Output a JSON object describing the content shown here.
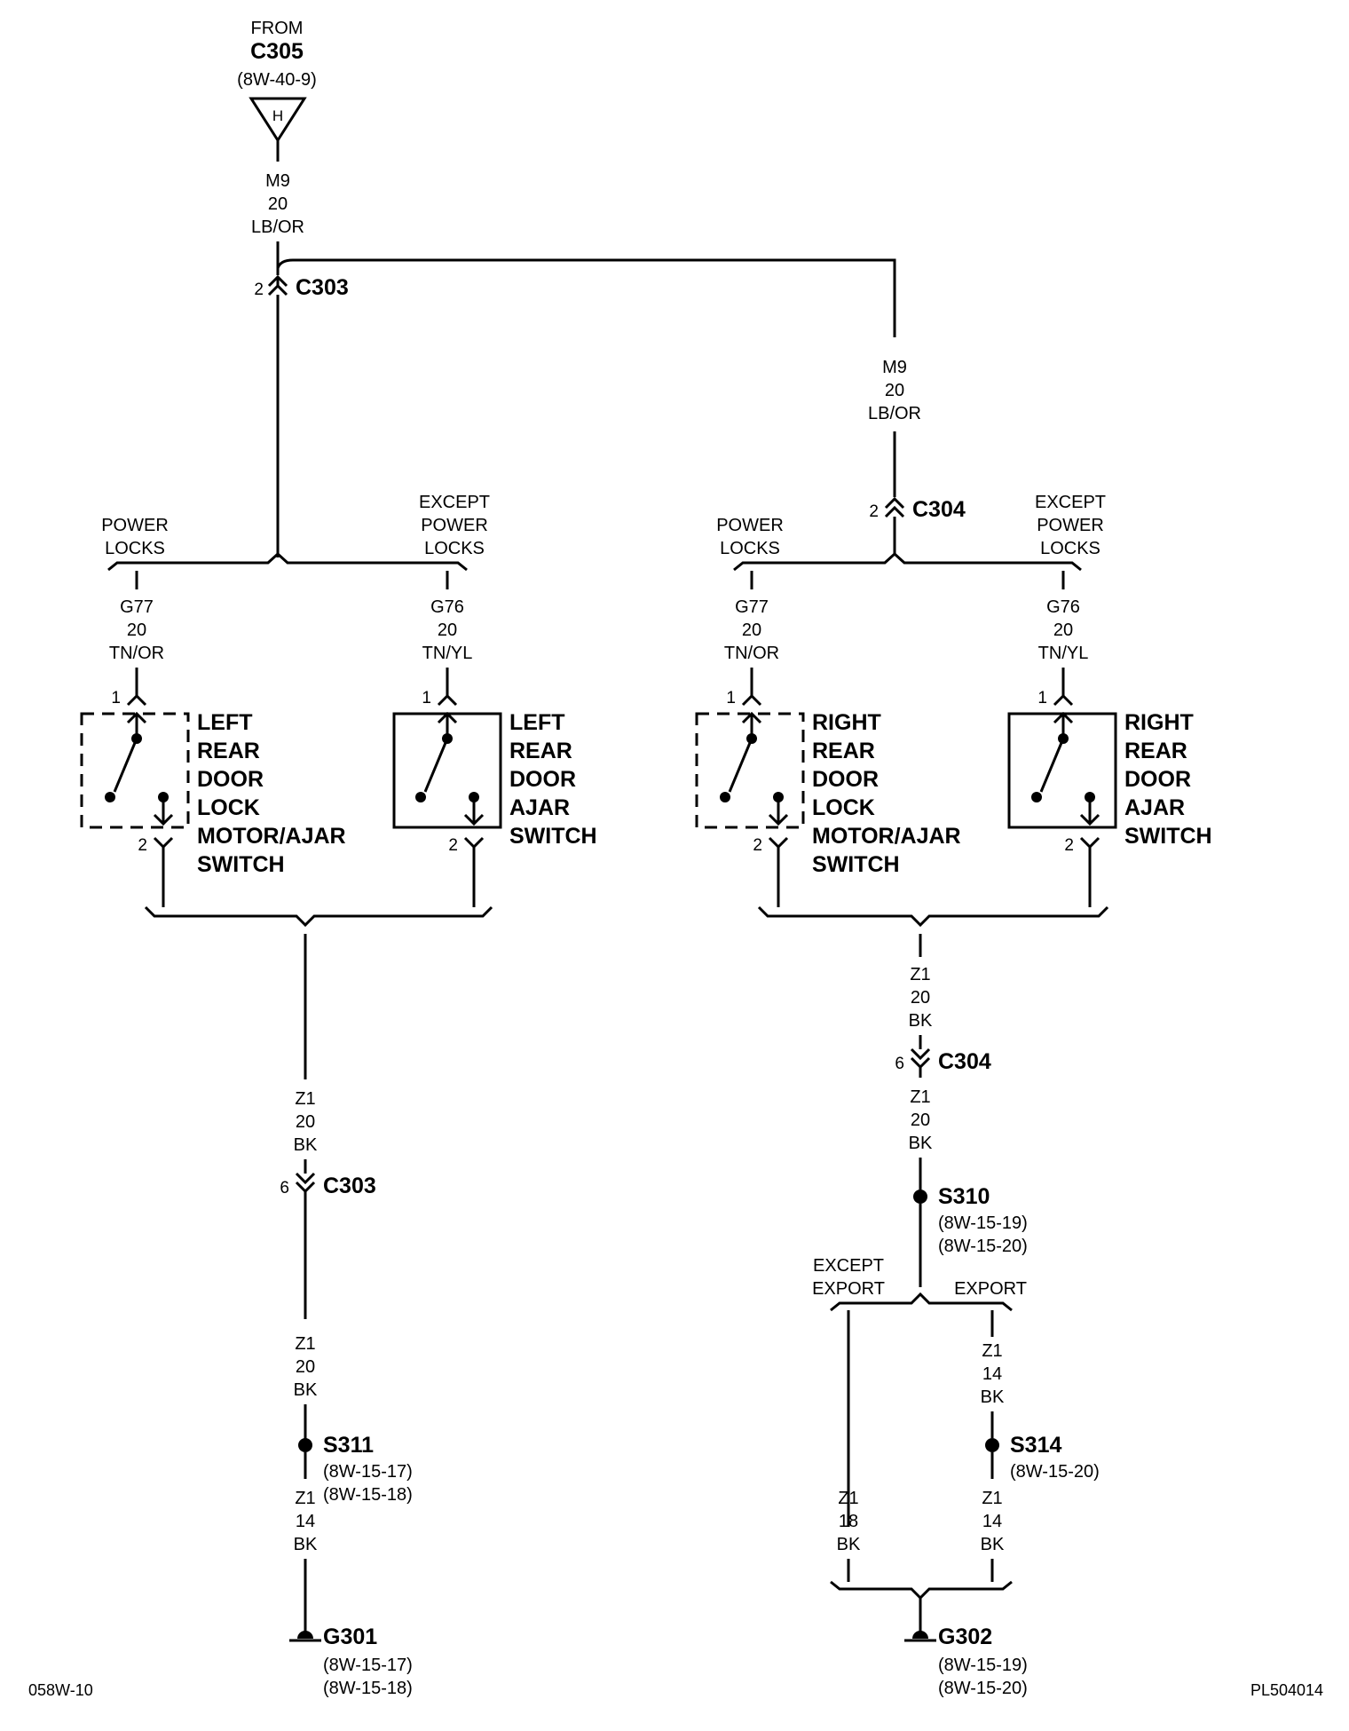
{
  "source": {
    "from_label": "FROM",
    "connector": "C305",
    "ref": "(8W-40-9)",
    "pin": "H"
  },
  "wires": {
    "m9_top": [
      "M9",
      "20",
      "LB/OR"
    ],
    "m9_right": [
      "M9",
      "20",
      "LB/OR"
    ],
    "g77_left": [
      "G77",
      "20",
      "TN/OR"
    ],
    "g76_left": [
      "G76",
      "20",
      "TN/YL"
    ],
    "g77_right": [
      "G77",
      "20",
      "TN/OR"
    ],
    "g76_right": [
      "G76",
      "20",
      "TN/YL"
    ],
    "z1_left_a": [
      "Z1",
      "20",
      "BK"
    ],
    "z1_left_b": [
      "Z1",
      "20",
      "BK"
    ],
    "z1_left_c": [
      "Z1",
      "14",
      "BK"
    ],
    "z1_right_a": [
      "Z1",
      "20",
      "BK"
    ],
    "z1_right_b": [
      "Z1",
      "20",
      "BK"
    ],
    "z1_right_c": [
      "Z1",
      "14",
      "BK"
    ],
    "z1_right_d": [
      "Z1",
      "14",
      "BK"
    ],
    "z1_right_e": [
      "Z1",
      "18",
      "BK"
    ]
  },
  "connectors": {
    "c303_top": {
      "pin": "2",
      "name": "C303"
    },
    "c304_top": {
      "pin": "2",
      "name": "C304"
    },
    "c303_bottom": {
      "pin": "6",
      "name": "C303"
    },
    "c304_bottom": {
      "pin": "6",
      "name": "C304"
    }
  },
  "options": {
    "left_power": [
      "POWER",
      "LOCKS"
    ],
    "left_except": [
      "EXCEPT",
      "POWER",
      "LOCKS"
    ],
    "right_power": [
      "POWER",
      "LOCKS"
    ],
    "right_except": [
      "EXCEPT",
      "POWER",
      "LOCKS"
    ],
    "except_export": [
      "EXCEPT",
      "EXPORT"
    ],
    "export": "EXPORT"
  },
  "components": {
    "left_lock": {
      "label": [
        "LEFT",
        "REAR",
        "DOOR",
        "LOCK",
        "MOTOR/AJAR",
        "SWITCH"
      ],
      "pin_top": "1",
      "pin_bottom": "2"
    },
    "left_ajar": {
      "label": [
        "LEFT",
        "REAR",
        "DOOR",
        "AJAR",
        "SWITCH"
      ],
      "pin_top": "1",
      "pin_bottom": "2"
    },
    "right_lock": {
      "label": [
        "RIGHT",
        "REAR",
        "DOOR",
        "LOCK",
        "MOTOR/AJAR",
        "SWITCH"
      ],
      "pin_top": "1",
      "pin_bottom": "2"
    },
    "right_ajar": {
      "label": [
        "RIGHT",
        "REAR",
        "DOOR",
        "AJAR",
        "SWITCH"
      ],
      "pin_top": "1",
      "pin_bottom": "2"
    }
  },
  "splices": {
    "s311": {
      "name": "S311",
      "refs": [
        "(8W-15-17)",
        "(8W-15-18)"
      ]
    },
    "s310": {
      "name": "S310",
      "refs": [
        "(8W-15-19)",
        "(8W-15-20)"
      ]
    },
    "s314": {
      "name": "S314",
      "refs": [
        "(8W-15-20)"
      ]
    }
  },
  "grounds": {
    "g301": {
      "name": "G301",
      "refs": [
        "(8W-15-17)",
        "(8W-15-18)"
      ]
    },
    "g302": {
      "name": "G302",
      "refs": [
        "(8W-15-19)",
        "(8W-15-20)"
      ]
    }
  },
  "footer": {
    "left": "058W-10",
    "right": "PL504014"
  }
}
